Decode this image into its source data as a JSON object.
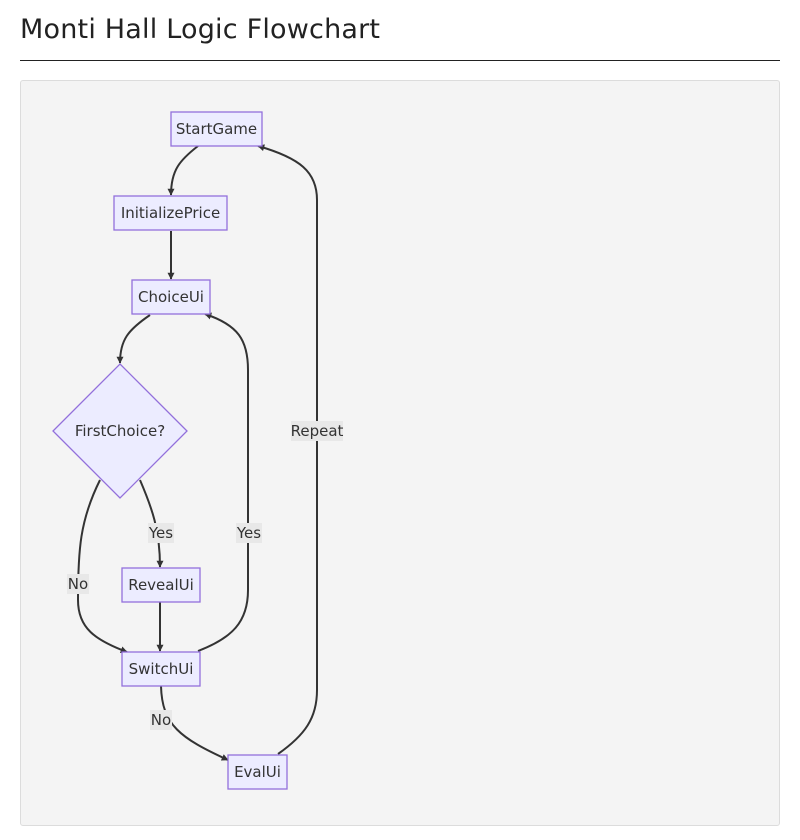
{
  "page": {
    "title": "Monti Hall Logic Flowchart"
  },
  "flowchart": {
    "nodes": {
      "start_game": "StartGame",
      "initialize_price": "InitializePrice",
      "choice_ui": "ChoiceUi",
      "first_choice": "FirstChoice?",
      "reveal_ui": "RevealUi",
      "switch_ui": "SwitchUi",
      "eval_ui": "EvalUi"
    },
    "edges": {
      "first_choice_yes": "Yes",
      "first_choice_no": "No",
      "switch_yes": "Yes",
      "switch_no": "No",
      "repeat": "Repeat"
    }
  }
}
